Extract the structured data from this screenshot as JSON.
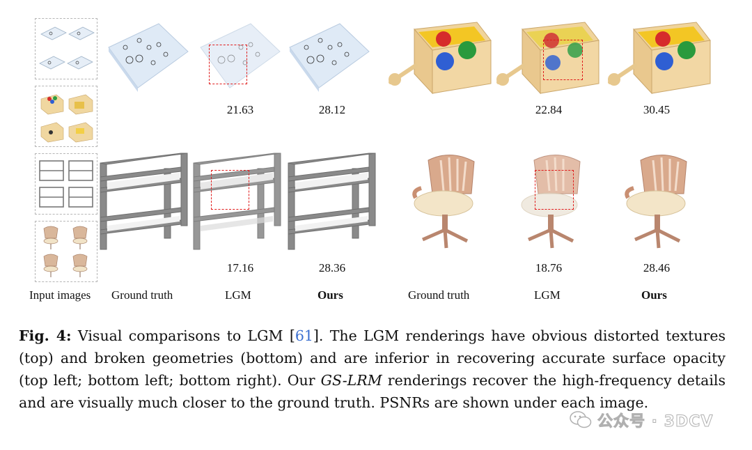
{
  "figure": {
    "column_labels": {
      "input_images": "Input images",
      "ground_truth_left": "Ground truth",
      "lgm_left": "LGM",
      "ours_left": "Ours",
      "ground_truth_right": "Ground truth",
      "lgm_right": "LGM",
      "ours_right": "Ours"
    },
    "rows": {
      "top": {
        "left_object": "tablecloth",
        "right_object": "wooden toy box",
        "psnr_lgm_left": "21.63",
        "psnr_ours_left": "28.12",
        "psnr_lgm_right": "22.84",
        "psnr_ours_right": "30.45"
      },
      "bottom": {
        "left_object": "bunk bed",
        "right_object": "wooden swivel chair",
        "psnr_lgm_left": "17.16",
        "psnr_ours_left": "28.36",
        "psnr_lgm_right": "18.76",
        "psnr_ours_right": "28.46"
      }
    },
    "colors": {
      "highlight_box": "#e01b1b",
      "reference_link": "#3a6fd0"
    }
  },
  "caption": {
    "label": "Fig. 4:",
    "text_before_ref": " Visual comparisons to LGM [",
    "ref": "61",
    "text_after_ref": "]. The LGM renderings have obvious distorted textures (top) and broken geometries (bottom) and are inferior in recovering accurate surface opacity (top left; bottom left; bottom right). Our ",
    "method": "GS-LRM",
    "text_end": " renderings recover the high-frequency details and are visually much closer to the ground truth. PSNRs are shown under each image."
  },
  "watermark": {
    "text": "公众号 · 3DCV",
    "icon": "wechat-icon"
  }
}
